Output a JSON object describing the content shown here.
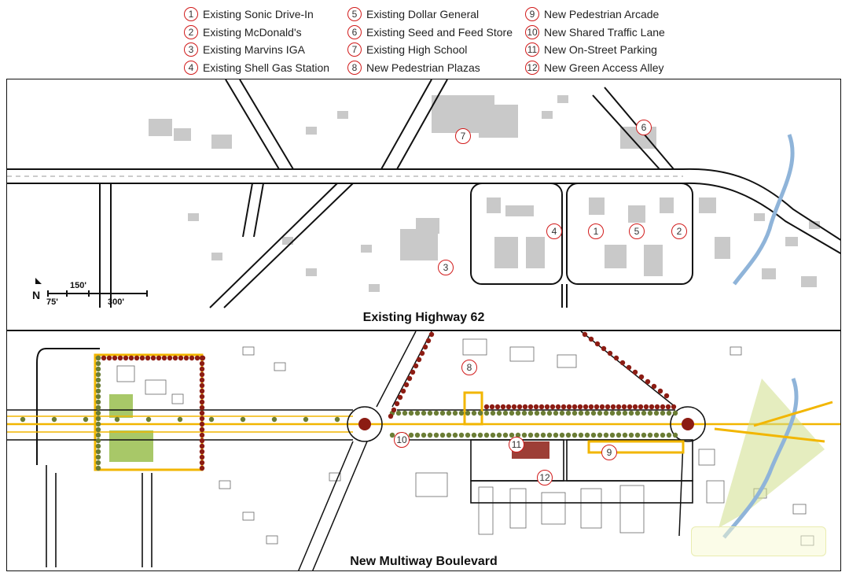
{
  "legend": {
    "items": [
      {
        "num": "1",
        "label": "Existing Sonic Drive-In"
      },
      {
        "num": "2",
        "label": "Existing McDonald's"
      },
      {
        "num": "3",
        "label": "Existing Marvins IGA"
      },
      {
        "num": "4",
        "label": "Existing Shell Gas Station"
      },
      {
        "num": "5",
        "label": "Existing Dollar General"
      },
      {
        "num": "6",
        "label": "Existing Seed and Feed Store"
      },
      {
        "num": "7",
        "label": "Existing High School"
      },
      {
        "num": "8",
        "label": "New Pedestrian Plazas"
      },
      {
        "num": "9",
        "label": "New Pedestrian Arcade"
      },
      {
        "num": "10",
        "label": "New Shared Traffic Lane"
      },
      {
        "num": "11",
        "label": "New On-Street Parking"
      },
      {
        "num": "12",
        "label": "New Green Access Alley"
      }
    ]
  },
  "panels": {
    "existing": {
      "title": "Existing Highway 62"
    },
    "proposed": {
      "title": "New Multiway Boulevard"
    }
  },
  "scale": {
    "north": "N",
    "s150": "150'",
    "s75": "75'",
    "s300": "300'"
  },
  "markers": {
    "existing": [
      "7",
      "6",
      "4",
      "1",
      "5",
      "2",
      "3"
    ],
    "proposed": [
      "8",
      "10",
      "11",
      "9",
      "12"
    ]
  },
  "colors": {
    "road": "#111111",
    "building": "#c8c8c8",
    "tree_green": "#6b7d35",
    "tree_red": "#8c1c13",
    "accent_yellow": "#f2b600",
    "creek": "#8fb4d9",
    "lawn": "#a8c868"
  }
}
